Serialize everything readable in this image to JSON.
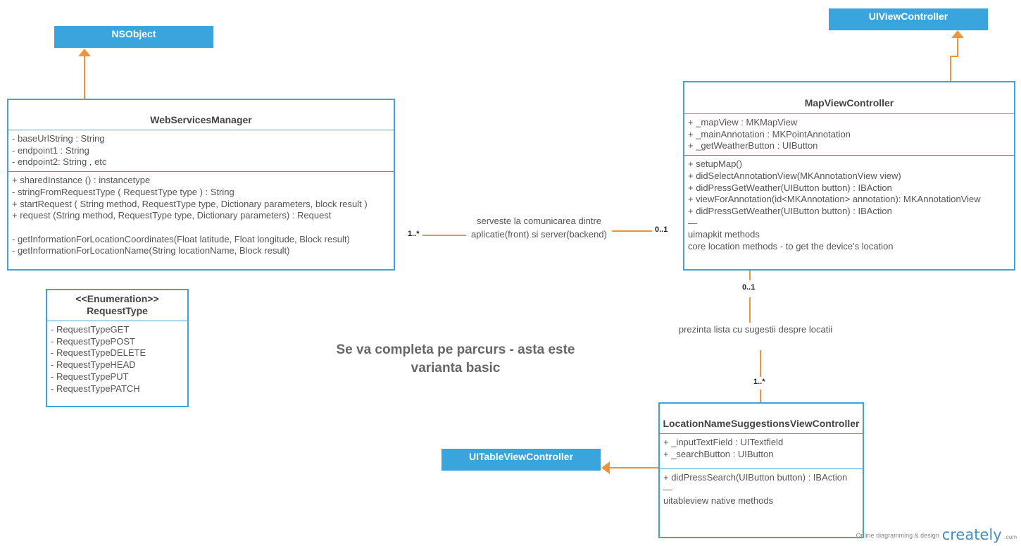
{
  "parents": {
    "nsobject": "NSObject",
    "uiviewcontroller": "UIViewController",
    "uitableviewcontroller": "UITableViewController"
  },
  "web_services_manager": {
    "name": "WebServicesManager",
    "attributes": [
      "- baseUrlString : String",
      "- endpoint1 : String",
      "- endpoint2: String , etc"
    ],
    "methods": [
      "+ sharedInstance () : instancetype",
      "- stringFromRequestType ( RequestType type ) : String",
      "+ startRequest ( String method, RequestType type, Dictionary parameters, block result )",
      "+ request (String method, RequestType type, Dictionary parameters) : Request",
      "",
      "- getInformationForLocationCoordinates(Float latitude, Float longitude, Block result)",
      "- getInformationForLocationName(String locationName, Block result)"
    ]
  },
  "request_type": {
    "stereotype": "<<Enumeration>>",
    "name": "RequestType",
    "values": [
      "- RequestTypeGET",
      "- RequestTypePOST",
      "- RequestTypeDELETE",
      "- RequestTypeHEAD",
      "- RequestTypePUT",
      "- RequestTypePATCH"
    ]
  },
  "map_view_controller": {
    "name": "MapViewController",
    "attributes": [
      "+ _mapView : MKMapView",
      "+ _mainAnnotation : MKPointAnnotation",
      "+ _getWeatherButton : UIButton"
    ],
    "methods": [
      "+ setupMap()",
      "+ didSelectAnnotationView(MKAnnotationView view)",
      "+ didPressGetWeather(UIButton button) : IBAction",
      "+ viewForAnnotation(id<MKAnnotation> annotation): MKAnnotationView",
      "+ didPressGetWeather(UIButton button) : IBAction",
      "—",
      "uimapkit methods",
      "core location methods - to get the device's location"
    ]
  },
  "location_suggestions": {
    "name": "LocationNameSuggestionsViewController",
    "attributes": [
      "+ _inputTextField : UITextfield",
      "+ _searchButton : UIButton"
    ],
    "methods": [
      "+ didPressSearch(UIButton button) : IBAction",
      "—",
      "uitableview native methods"
    ]
  },
  "associations": {
    "ws_map": {
      "label_line1": "serveste la comunicarea dintre",
      "label_line2": "aplicatie(front) si server(backend)",
      "mult_source": "1..*",
      "mult_target": "0..1"
    },
    "map_suggestions": {
      "label": "prezinta lista cu sugestii despre locatii",
      "mult_source": "0..1",
      "mult_target": "1..*"
    }
  },
  "note": {
    "line1": "Se va completa pe parcurs - asta este",
    "line2": "varianta basic"
  },
  "watermark": {
    "tagline": "Online diagramming & design",
    "brand": "creately",
    "suffix": ".com"
  },
  "colors": {
    "class_border": "#3aa4dc",
    "parent_fill": "#3aa4dc",
    "connector": "#f0943a"
  }
}
